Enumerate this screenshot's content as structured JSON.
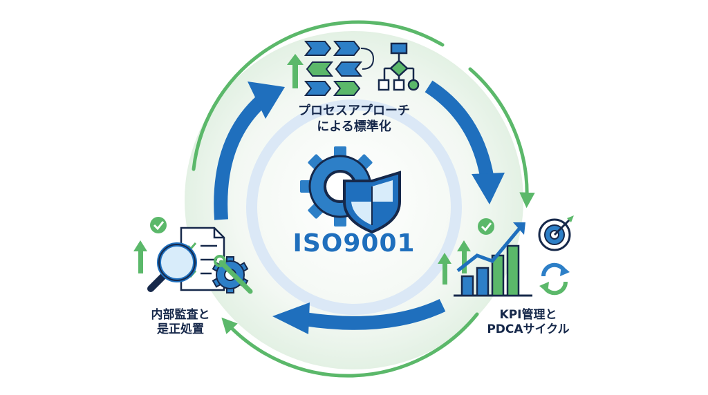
{
  "center": {
    "title": "ISO9001",
    "icons": [
      "gear-icon",
      "shield-icon"
    ]
  },
  "nodes": {
    "top": {
      "line1": "プロセスアプローチ",
      "line2": "による標準化",
      "icons": [
        "process-flow-icon",
        "flowchart-icon",
        "up-arrow-icon"
      ]
    },
    "right": {
      "line1": "KPI管理と",
      "line2": "PDCAサイクル",
      "icons": [
        "bar-chart-icon",
        "target-icon",
        "refresh-cycle-icon",
        "check-icon"
      ]
    },
    "left": {
      "line1": "内部監査と",
      "line2": "是正処置",
      "icons": [
        "magnifier-icon",
        "checklist-document-icon",
        "wrench-gear-icon",
        "check-icon"
      ]
    }
  },
  "colors": {
    "primary_blue": "#1f6fbd",
    "light_blue": "#5fa8e0",
    "green": "#5bb86a",
    "dark_green": "#2e8b4b",
    "navy": "#16284a",
    "soft_ring": "#dbe8f6",
    "soft_green": "#eef6ee"
  }
}
